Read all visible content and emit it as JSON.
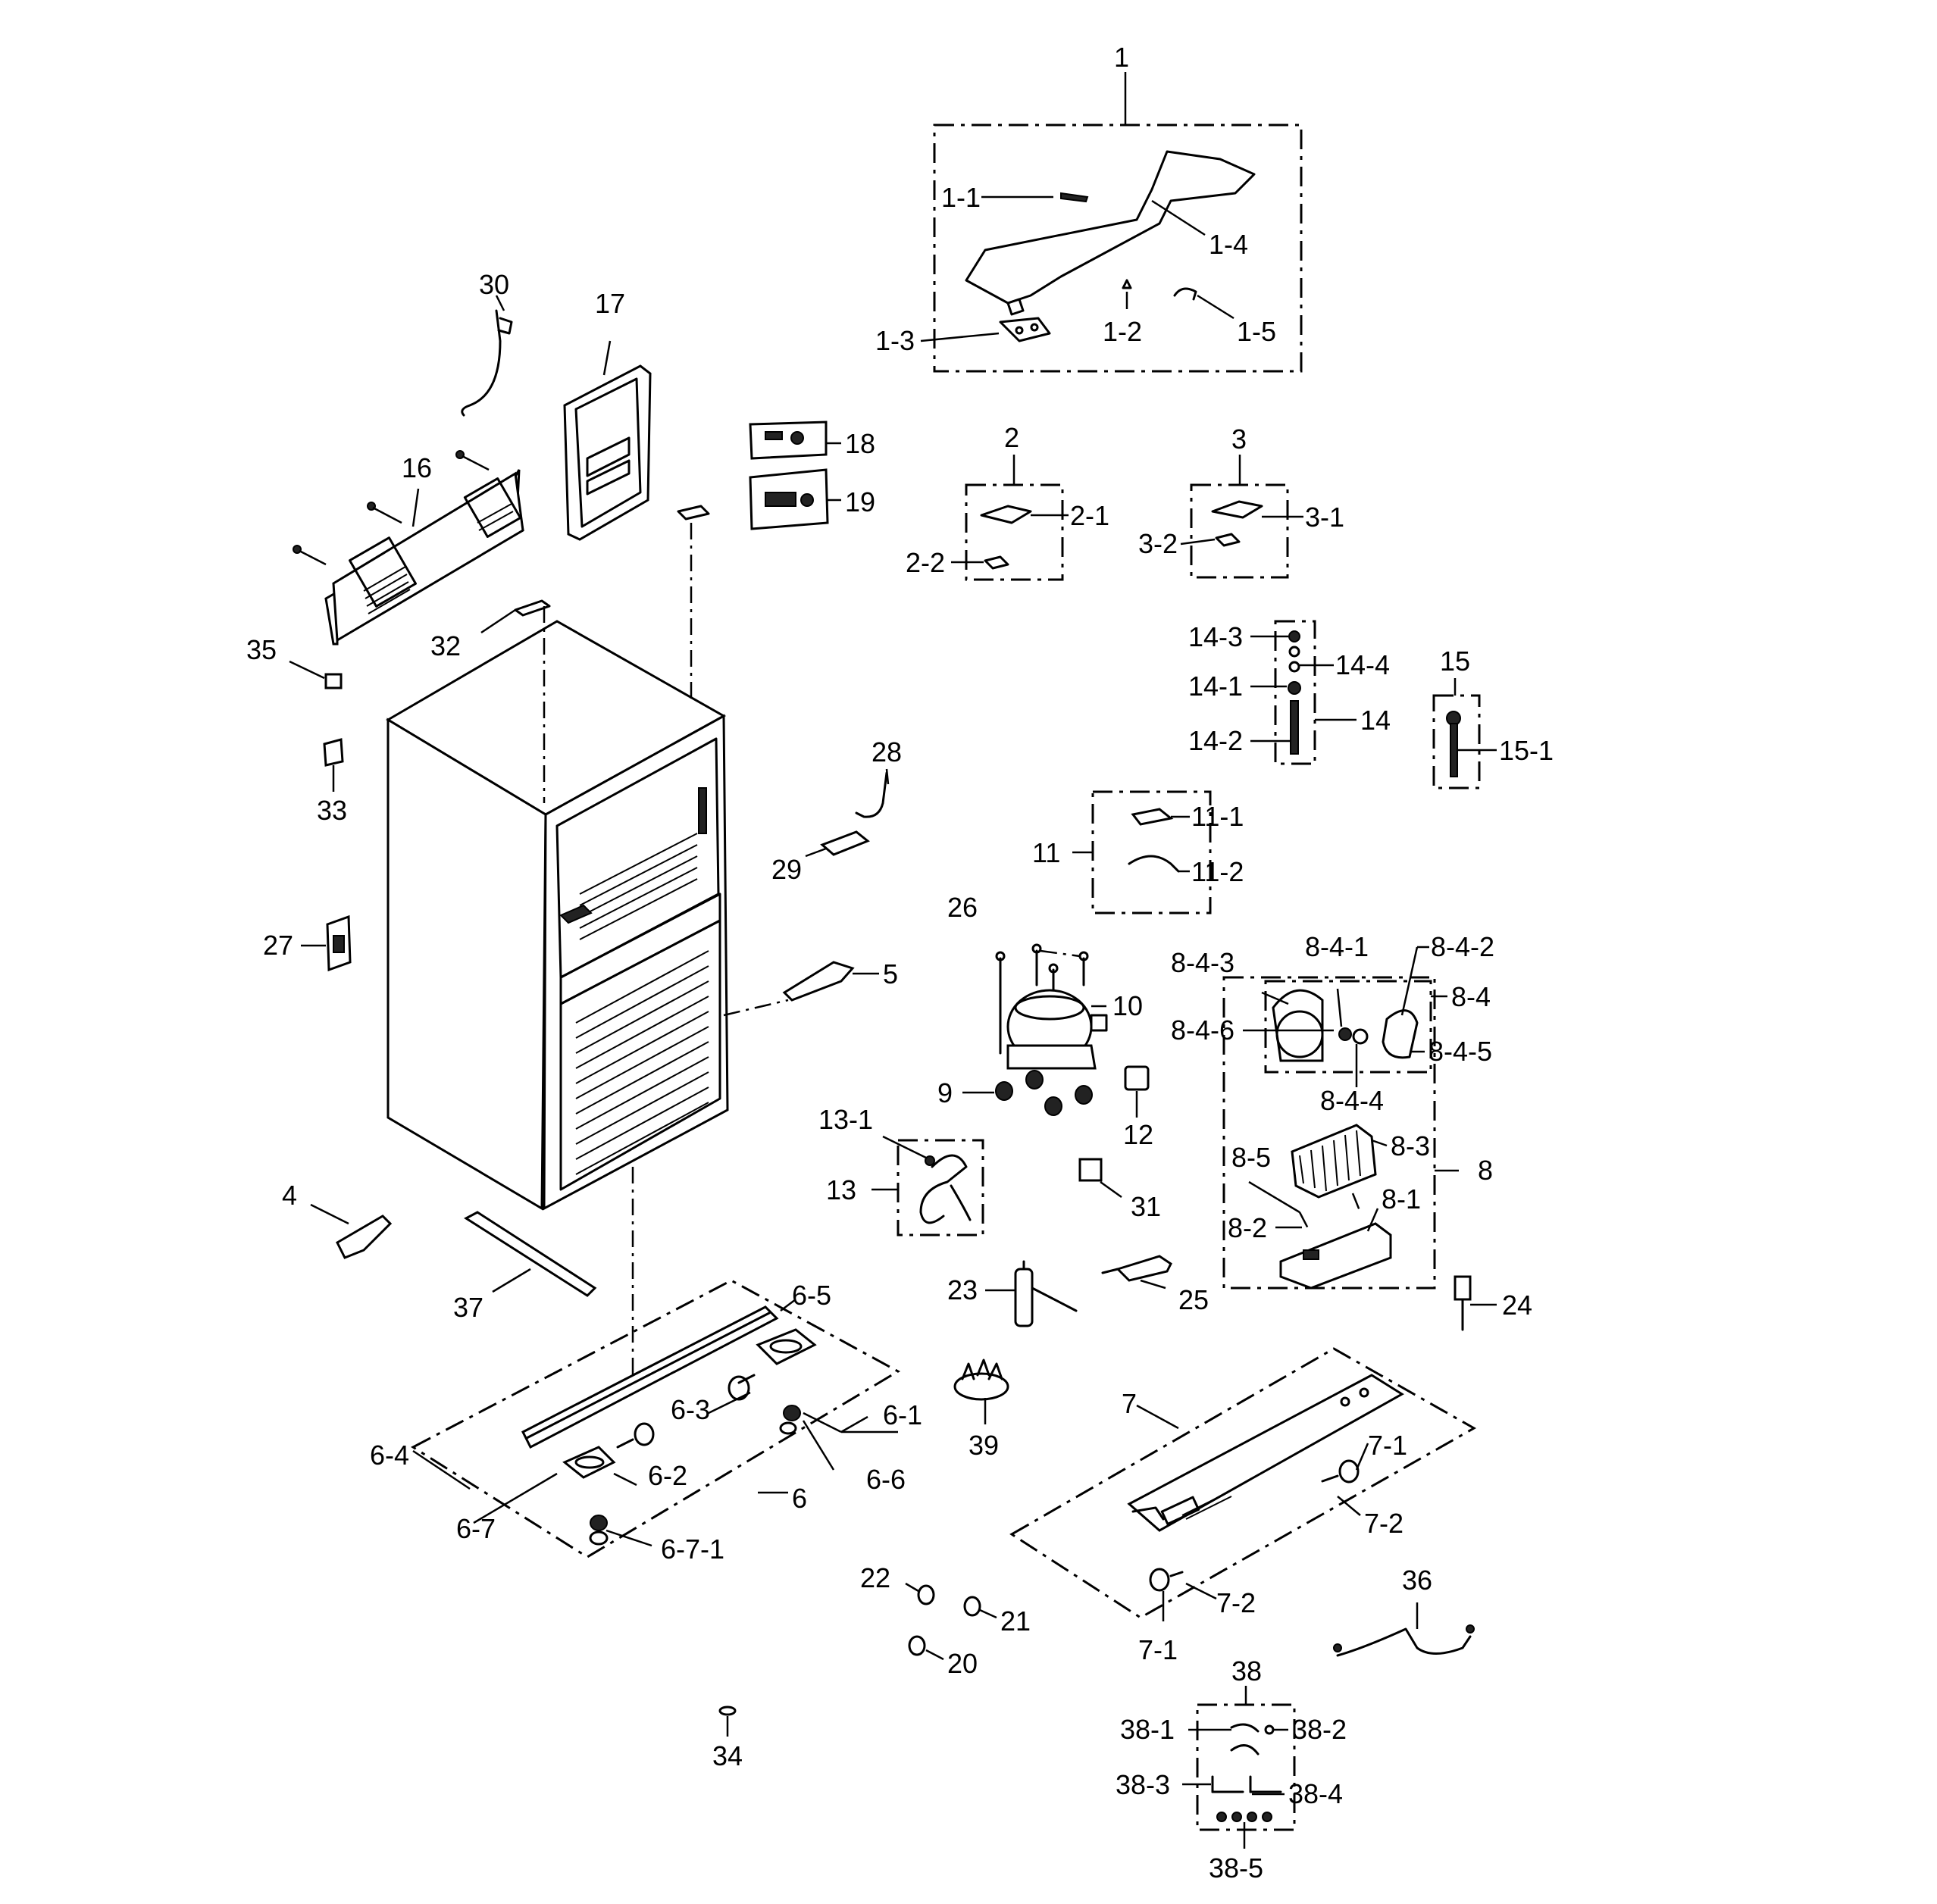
{
  "labels": {
    "p1": "1",
    "p1_1": "1-1",
    "p1_2": "1-2",
    "p1_3": "1-3",
    "p1_4": "1-4",
    "p1_5": "1-5",
    "p2": "2",
    "p2_1": "2-1",
    "p2_2": "2-2",
    "p3": "3",
    "p3_1": "3-1",
    "p3_2": "3-2",
    "p4": "4",
    "p5": "5",
    "p6": "6",
    "p6_1": "6-1",
    "p6_2": "6-2",
    "p6_3": "6-3",
    "p6_4": "6-4",
    "p6_5": "6-5",
    "p6_6": "6-6",
    "p6_7": "6-7",
    "p6_7_1": "6-7-1",
    "p7": "7",
    "p7_1a": "7-1",
    "p7_1b": "7-1",
    "p7_2a": "7-2",
    "p7_2b": "7-2",
    "p8": "8",
    "p8_1": "8-1",
    "p8_2": "8-2",
    "p8_3": "8-3",
    "p8_4": "8-4",
    "p8_5": "8-5",
    "p8_4_1": "8-4-1",
    "p8_4_2": "8-4-2",
    "p8_4_3": "8-4-3",
    "p8_4_4": "8-4-4",
    "p8_4_5": "8-4-5",
    "p8_4_6": "8-4-6",
    "p9": "9",
    "p10": "10",
    "p11": "11",
    "p11_1": "11-1",
    "p11_2": "11-2",
    "p12": "12",
    "p13": "13",
    "p13_1": "13-1",
    "p14": "14",
    "p14_1": "14-1",
    "p14_2": "14-2",
    "p14_3": "14-3",
    "p14_4": "14-4",
    "p15": "15",
    "p15_1": "15-1",
    "p16": "16",
    "p17": "17",
    "p18": "18",
    "p19": "19",
    "p20": "20",
    "p21": "21",
    "p22": "22",
    "p23": "23",
    "p24": "24",
    "p25": "25",
    "p26": "26",
    "p27": "27",
    "p28": "28",
    "p29": "29",
    "p30": "30",
    "p31": "31",
    "p32": "32",
    "p33": "33",
    "p34": "34",
    "p35": "35",
    "p36": "36",
    "p37": "37",
    "p38": "38",
    "p38_1": "38-1",
    "p38_2": "38-2",
    "p38_3": "38-3",
    "p38_4": "38-4",
    "p38_5": "38-5",
    "p39": "39"
  }
}
